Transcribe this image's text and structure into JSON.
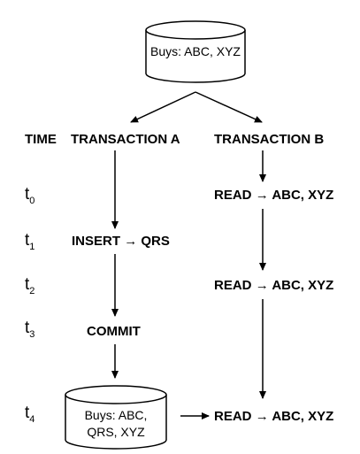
{
  "top_db": {
    "line1": "Buys: ABC, XYZ"
  },
  "headers": {
    "time": "TIME",
    "transaction_a": "TRANSACTION A",
    "transaction_b": "TRANSACTION B"
  },
  "times": [
    {
      "base": "t",
      "sub": "0"
    },
    {
      "base": "t",
      "sub": "1"
    },
    {
      "base": "t",
      "sub": "2"
    },
    {
      "base": "t",
      "sub": "3"
    },
    {
      "base": "t",
      "sub": "4"
    }
  ],
  "transaction_a": {
    "insert_prefix": "INSERT",
    "insert_value": "QRS",
    "commit": "COMMIT"
  },
  "transaction_b": {
    "reads": [
      {
        "prefix": "READ",
        "value": "ABC, XYZ"
      },
      {
        "prefix": "READ",
        "value": "ABC, XYZ"
      },
      {
        "prefix": "READ",
        "value": "ABC, XYZ"
      }
    ]
  },
  "bottom_db": {
    "line1": "Buys: ABC,",
    "line2": "QRS, XYZ"
  },
  "arrow_glyph": "→"
}
